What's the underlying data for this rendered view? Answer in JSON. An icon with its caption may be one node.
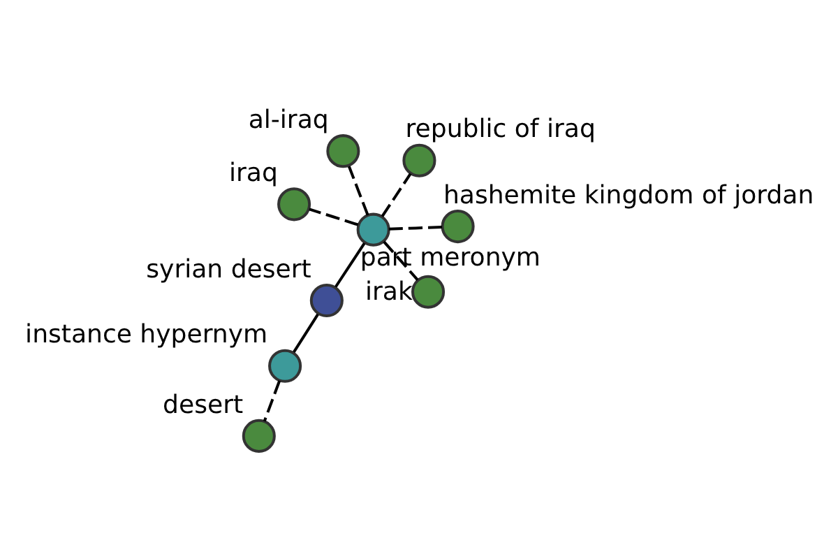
{
  "diagram": {
    "nodes": [
      {
        "text": [
          "syrian desert"
        ]
      },
      {
        "text": [
          "part meronym"
        ]
      },
      {
        "text": [
          "instance hypernym"
        ]
      },
      {
        "text": [
          "al-iraq"
        ]
      },
      {
        "text": [
          "republic of iraq"
        ]
      },
      {
        "text": [
          "iraq"
        ]
      },
      {
        "text": [
          "irak"
        ]
      },
      {
        "text": [
          "hashemite kingdom of jordan"
        ]
      },
      {
        "text": [
          "desert"
        ]
      }
    ],
    "edges": [
      {
        "from": 0,
        "to": 1,
        "arrow": "none"
      },
      {
        "from": 0,
        "to": 2,
        "arrow": "none"
      },
      {
        "from": 1,
        "to": 3,
        "arrow": "none",
        "style": "dashed"
      },
      {
        "from": 1,
        "to": 4,
        "arrow": "none",
        "style": "dashed"
      },
      {
        "from": 1,
        "to": 5,
        "arrow": "none",
        "style": "dashed"
      },
      {
        "from": 1,
        "to": 6,
        "arrow": "none",
        "style": "dashed"
      },
      {
        "from": 1,
        "to": 7,
        "arrow": "none",
        "style": "dashed"
      },
      {
        "from": 2,
        "to": 8,
        "arrow": "none",
        "style": "dashed"
      }
    ]
  }
}
